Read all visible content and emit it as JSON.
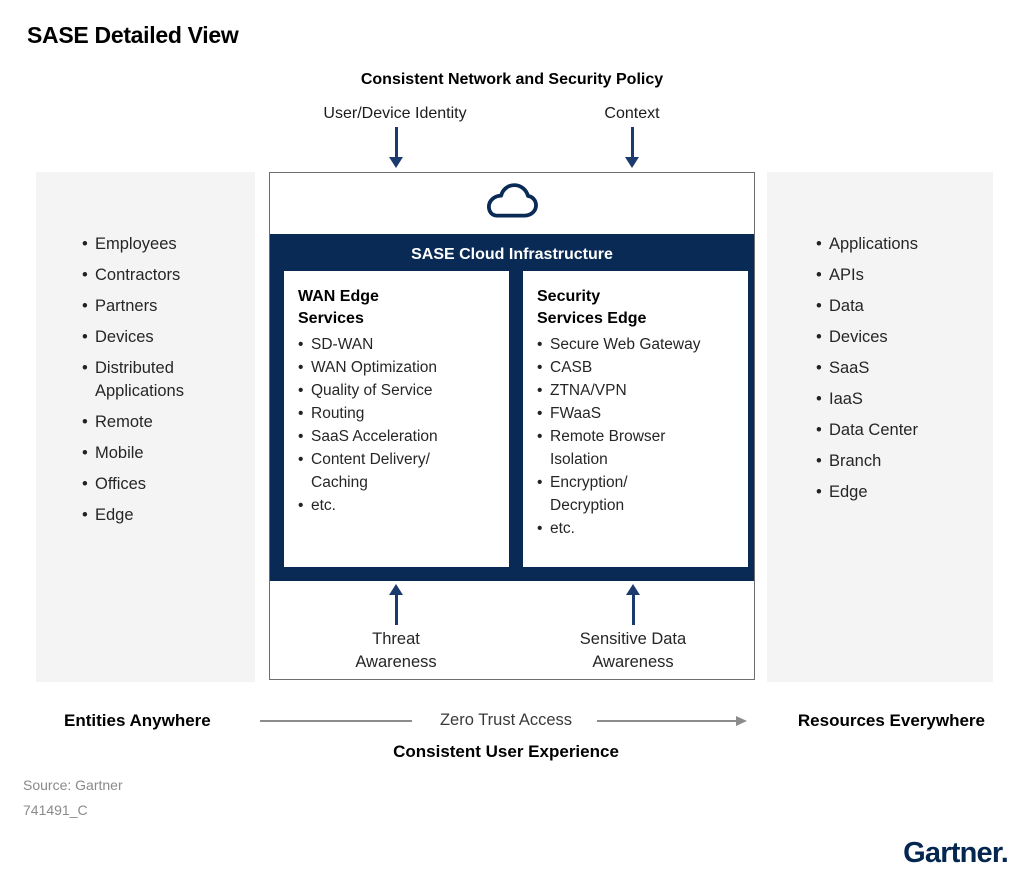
{
  "title": "SASE Detailed View",
  "top": {
    "policy_label": "Consistent Network and Security Policy",
    "identity_label": "User/Device Identity",
    "context_label": "Context"
  },
  "left_panel": {
    "items": [
      "Employees",
      "Contractors",
      "Partners",
      "Devices",
      "Distributed\nApplications",
      "Remote",
      "Mobile",
      "Offices",
      "Edge"
    ]
  },
  "right_panel": {
    "items": [
      "Applications",
      "APIs",
      "Data",
      "Devices",
      "SaaS",
      "IaaS",
      "Data Center",
      "Branch",
      "Edge"
    ]
  },
  "center": {
    "header": "SASE Cloud Infrastructure",
    "wan_box": {
      "title": "WAN Edge\nServices",
      "items": [
        "SD-WAN",
        "WAN Optimization",
        "Quality of Service",
        "Routing",
        "SaaS Acceleration",
        "Content Delivery/\nCaching",
        "etc."
      ]
    },
    "sse_box": {
      "title": "Security\nServices Edge",
      "items": [
        "Secure Web Gateway",
        "CASB",
        "ZTNA/VPN",
        "FWaaS",
        "Remote Browser\nIsolation",
        "Encryption/\nDecryption",
        "etc."
      ]
    },
    "bottom_inputs": {
      "threat": "Threat\nAwareness",
      "sensitive": "Sensitive Data\nAwareness"
    }
  },
  "bottom": {
    "entities": "Entities Anywhere",
    "zero_trust": "Zero Trust Access",
    "resources": "Resources Everywhere",
    "experience": "Consistent User Experience"
  },
  "footer": {
    "source": "Source: Gartner",
    "doc_id": "741491_C",
    "logo": "Gartner."
  },
  "colors": {
    "navy": "#0a2a56",
    "arrow_navy": "#1b3a6d",
    "panel_gray": "#f4f4f4",
    "line_gray": "#8c8c8c"
  }
}
